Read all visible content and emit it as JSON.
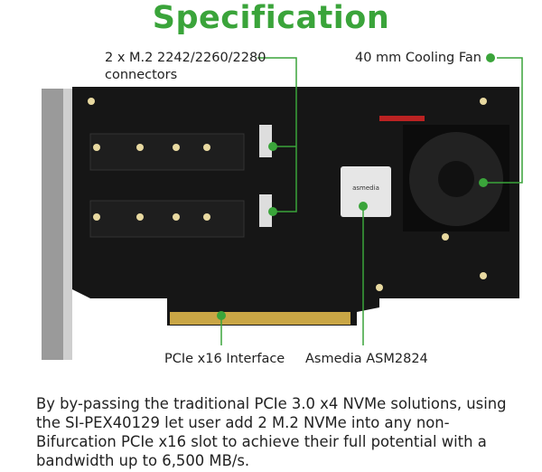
{
  "title": "Specification",
  "callouts": {
    "m2_line1": "2 x M.2 2242/2260/2280",
    "m2_line2": "connectors",
    "fan": "40 mm Cooling Fan",
    "pcie": "PCIe x16 Interface",
    "chip": "Asmedia ASM2824"
  },
  "chip_marking": "asmedia",
  "description": "By by-passing the traditional PCIe 3.0 x4 NVMe solutions, using the SI-PEX40129 let user add 2 M.2 NVMe into any non-Bifurcation PCIe x16 slot to achieve their full potential with a bandwidth up to 6,500 MB/s.",
  "colors": {
    "accent": "#3aa43a",
    "board": "#161616"
  }
}
